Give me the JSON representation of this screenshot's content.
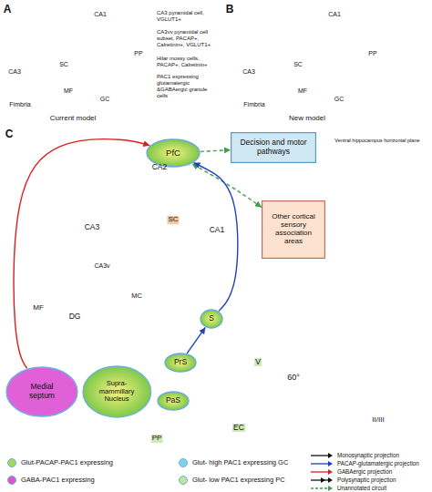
{
  "diagram": {
    "nodes": [
      {
        "text": [
          "PfC"
        ]
      },
      {
        "text": [
          "Decision and motor pathways"
        ]
      },
      {
        "text": [
          "Other cortical sensory association areas"
        ]
      },
      {
        "text": [
          "S"
        ]
      },
      {
        "text": [
          "PrS"
        ]
      },
      {
        "text": [
          "PaS"
        ]
      },
      {
        "text": [
          "Medial septum"
        ]
      },
      {
        "text": [
          "Supra-mammillary Nucleus"
        ]
      }
    ],
    "edges": [
      {
        "from": 0,
        "to": 1,
        "arrow": "to"
      },
      {
        "from": 2,
        "to": 0,
        "arrow": "both"
      },
      {
        "from": 3,
        "to": 0,
        "arrow": "to"
      },
      {
        "from": 6,
        "to": 0,
        "arrow": "to"
      },
      {
        "from": 4,
        "to": 3,
        "arrow": "to"
      }
    ],
    "labels": [
      "A",
      "CA1",
      "SC",
      "Fimbria",
      "CA3",
      "MF",
      "GC",
      "PP",
      "Current model",
      "B",
      "CA1",
      "SC",
      "Fimbria",
      "CA3",
      "MF",
      "GC",
      "PP",
      "New model",
      "C",
      "CA2",
      "CA1",
      "SC",
      "CA3",
      "CA3v",
      "MC",
      "DG",
      "MF",
      "EC",
      "V",
      "II/III",
      "PP",
      "Ventral hippocampus horizontal plane",
      "60°"
    ],
    "legend": [
      {
        "text": "CA3 pyramidal cell, VGLUT1+"
      },
      {
        "text": "CA3vv pyramidal cell subset, PACAP+, Calretinin+, VGLUT1+"
      },
      {
        "text": "Hilar mossy cells, PACAP+, Calretinin+"
      },
      {
        "text": "PAC1 expressing glutamatergic &GABAergic granule cells"
      },
      {
        "text": "Glut-PACAP-PAC1 expressing",
        "color": "#a6d95a"
      },
      {
        "text": "GABA-PAC1 expressing",
        "color": "#d957cf"
      },
      {
        "text": "Glut- high PAC1 expressing GC",
        "color": "#7fd0e8"
      },
      {
        "text": "Glut- low PAC1 expressing PC",
        "color": "#bfe49a"
      },
      {
        "text": "Monosynaptic projection"
      },
      {
        "text": "PACAP-glutamatergic projection"
      },
      {
        "text": "GABAergic projection"
      },
      {
        "text": "Polysynaptic projection"
      },
      {
        "text": "Unannotated circuit"
      }
    ]
  }
}
